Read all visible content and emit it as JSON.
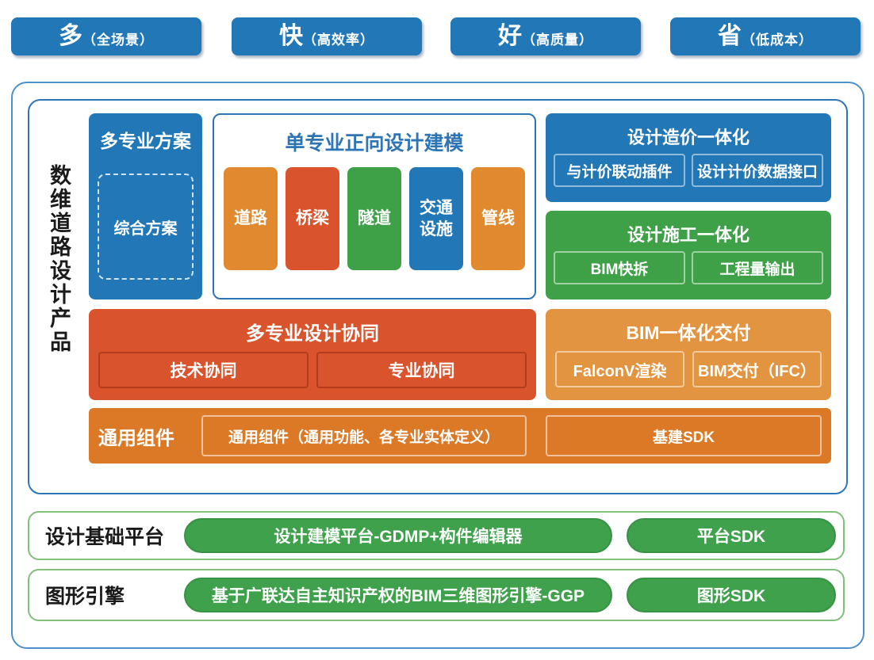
{
  "top_badges": [
    {
      "main": "多",
      "sub": "（全场景）"
    },
    {
      "main": "快",
      "sub": "（高效率）"
    },
    {
      "main": "好",
      "sub": "（高质量）"
    },
    {
      "main": "省",
      "sub": "（低成本）"
    }
  ],
  "product_section": {
    "side_label": "数维道路设计产品",
    "multi_plan": {
      "title": "多专业方案",
      "item": "综合方案"
    },
    "modeling": {
      "title": "单专业正向设计建模",
      "items": [
        {
          "label": "道路",
          "color": "#E0892F"
        },
        {
          "label": "桥梁",
          "color": "#D9532C"
        },
        {
          "label": "隧道",
          "color": "#3EA047"
        },
        {
          "label": "交通设施",
          "color": "#2277B7"
        },
        {
          "label": "管线",
          "color": "#E0892F"
        }
      ]
    },
    "cost_integration": {
      "title": "设计造价一体化",
      "items": [
        "与计价联动插件",
        "设计计价数据接口"
      ]
    },
    "construction_integration": {
      "title": "设计施工一体化",
      "items": [
        "BIM快拆",
        "工程量输出"
      ]
    },
    "collaboration": {
      "title": "多专业设计协同",
      "items": [
        "技术协同",
        "专业协同"
      ]
    },
    "bim_delivery": {
      "title": "BIM一体化交付",
      "items": [
        "FalconV渲染",
        "BIM交付（IFC）"
      ]
    },
    "common_components": {
      "label": "通用组件",
      "items": [
        "通用组件（通用功能、各专业实体定义）",
        "基建SDK"
      ]
    }
  },
  "platform_rows": [
    {
      "label": "设计基础平台",
      "pills": [
        "设计建模平台-GDMP+构件编辑器",
        "平台SDK"
      ]
    },
    {
      "label": "图形引擎",
      "pills": [
        "基于广联达自主知识产权的BIM三维图形引擎-GGP",
        "图形SDK"
      ]
    }
  ],
  "colors": {
    "blue": "#2277B7",
    "red": "#D9532C",
    "orange": "#E0892F",
    "orange_light": "#E39440",
    "orange_dark": "#DB7927",
    "green": "#3EA047",
    "pill_green": "#3FA14B",
    "frame_blue": "#4E8FCC",
    "inner_border_blue": "#2E75B6",
    "platform_border_green": "#82BF7C"
  }
}
